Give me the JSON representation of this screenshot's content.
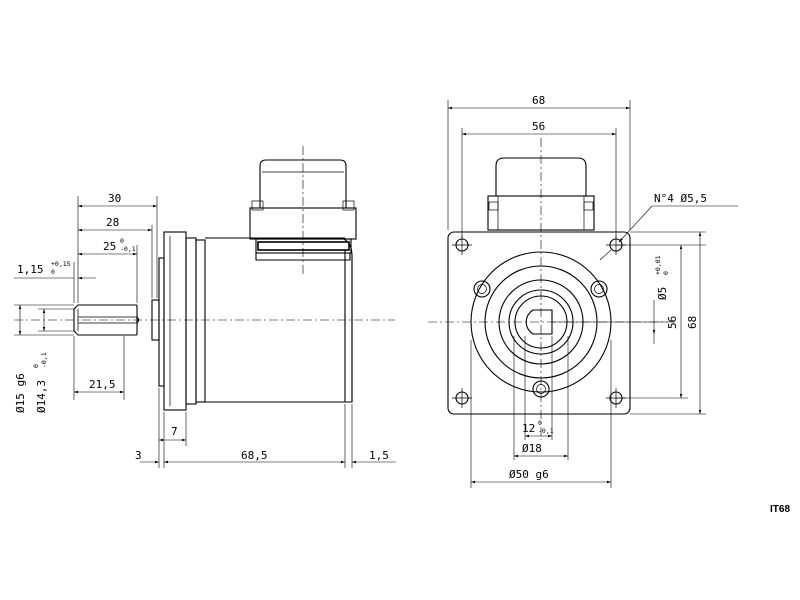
{
  "side_view": {
    "dim_30": "30",
    "dim_28": "28",
    "dim_25": "25",
    "dim_25_tol_upper": "0",
    "dim_25_tol_lower": "-0,1",
    "dim_1_15": "1,15",
    "dim_1_15_tol_upper": "+0,15",
    "dim_1_15_tol_lower": "0",
    "dim_21_5": "21,5",
    "dim_7": "7",
    "dim_3": "3",
    "dim_68_5": "68,5",
    "dim_1_5": "1,5",
    "dia_15": "Ø15 g6",
    "dia_14_3": "Ø14,3",
    "dia_14_3_tol_upper": "0",
    "dia_14_3_tol_lower": "-0,1"
  },
  "front_view": {
    "dim_68_top": "68",
    "dim_56_top": "56",
    "holes_note": "N°4 Ø5,5",
    "dia_5": "Ø5",
    "dia_5_tol_upper": "+0,01",
    "dia_5_tol_lower": "0",
    "dim_56_right": "56",
    "dim_68_right": "68",
    "dim_12": "12",
    "dim_12_tol_upper": "0",
    "dim_12_tol_lower": "-0,1",
    "dia_18": "Ø18",
    "dia_50": "Ø50 g6"
  },
  "model_code": "IT68"
}
